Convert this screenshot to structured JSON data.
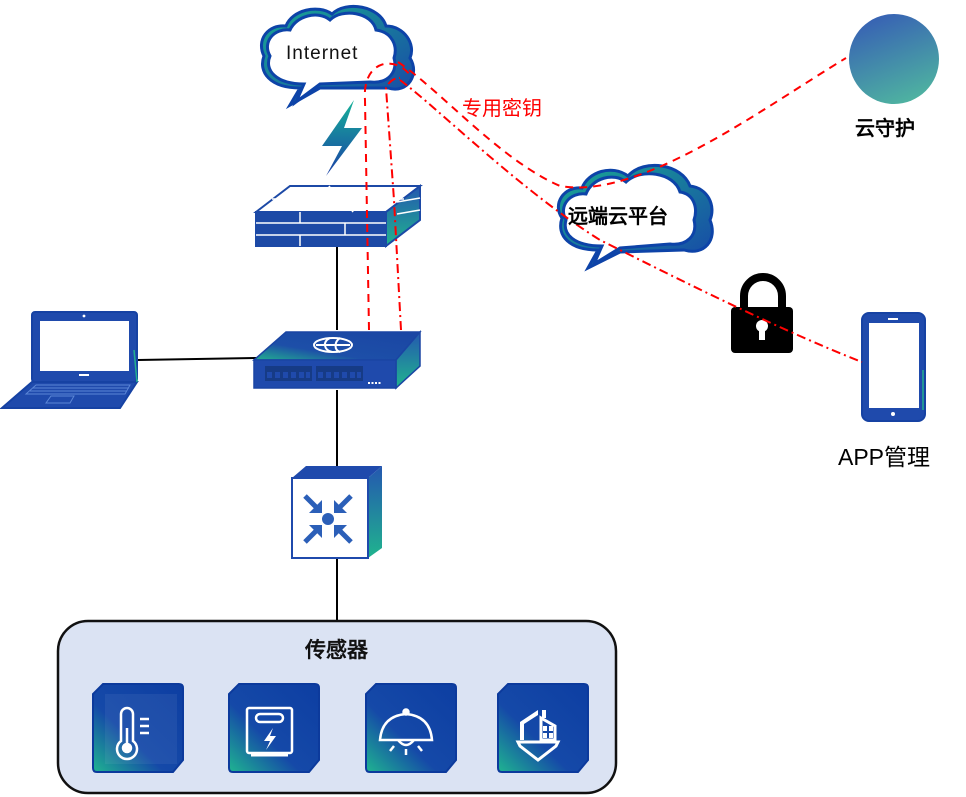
{
  "diagram": {
    "title": "IoT network topology",
    "nodes": {
      "internet": {
        "label": "Internet",
        "icon": "cloud-icon"
      },
      "remote_platform": {
        "label": "远端云平台",
        "icon": "cloud-icon"
      },
      "cloud_guard": {
        "label": "云守护",
        "icon": "circle-icon"
      },
      "app_management": {
        "label": "APP管理",
        "icon": "smartphone-icon"
      },
      "firewall": {
        "icon": "firewall-icon"
      },
      "router": {
        "icon": "router-icon"
      },
      "laptop": {
        "icon": "laptop-icon"
      },
      "gateway": {
        "icon": "converge-arrows-icon"
      },
      "lock": {
        "icon": "padlock-icon"
      },
      "lightning": {
        "icon": "lightning-icon"
      }
    },
    "edge_labels": {
      "dedicated_key": "专用密钥"
    },
    "sensor_group": {
      "title": "传感器",
      "items": [
        {
          "name": "temperature-sensor",
          "icon": "thermometer-icon"
        },
        {
          "name": "power-meter",
          "icon": "electric-meter-icon"
        },
        {
          "name": "lighting",
          "icon": "ceiling-lamp-icon"
        },
        {
          "name": "home-security",
          "icon": "shield-house-icon"
        }
      ]
    },
    "colors": {
      "primary_blue": "#1f4fa8",
      "dark_blue": "#0b3a9a",
      "teal": "#21b08f",
      "secure_link": "#ff0000",
      "sensor_panel_bg": "#dbe3f3",
      "cloud_guard_top": "#3a64b4",
      "cloud_guard_bottom": "#4cb3a0"
    }
  }
}
